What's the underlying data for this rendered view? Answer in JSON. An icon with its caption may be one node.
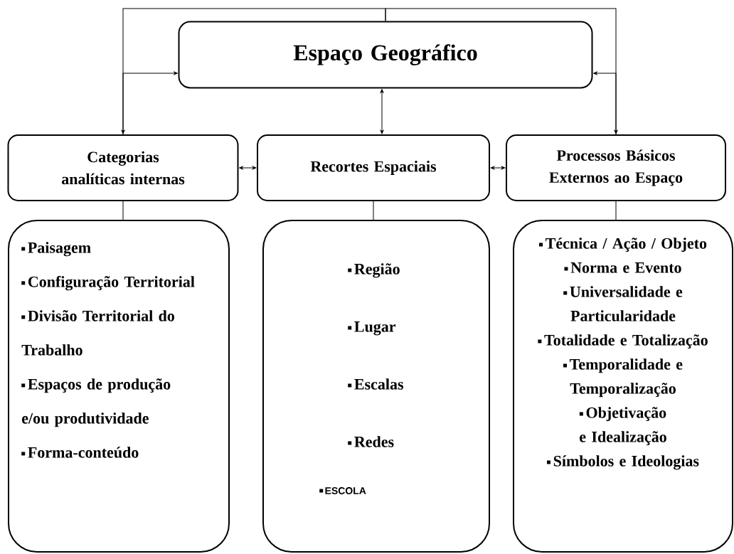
{
  "diagram": {
    "nodes": [
      {
        "text": [
          "Espaço Geográfico"
        ]
      },
      {
        "text": [
          "Categorias analíticas internas"
        ]
      },
      {
        "text": [
          "Recortes Espaciais"
        ]
      },
      {
        "text": [
          "Processos Básicos Externos ao Espaço"
        ]
      },
      {
        "text": [
          "Paisagem",
          "Configuração Territorial",
          "Divisão Territorial do Trabalho",
          "Espaços de produção e/ou produtividade",
          "Forma-conteúdo"
        ]
      },
      {
        "text": [
          "Região",
          "Lugar",
          "Escalas",
          "Redes",
          "ESCOLA"
        ]
      },
      {
        "text": [
          "Técnica / Ação / Objeto",
          "Norma e Evento",
          "Universalidade e Particularidade",
          "Totalidade e Totalização",
          "Temporalidade e Temporalização",
          "Objetivação e Idealização",
          "Símbolos e Ideologias"
        ]
      }
    ],
    "edges": [
      {
        "from": 0,
        "to": 1,
        "arrow": "to"
      },
      {
        "from": 0,
        "to": 3,
        "arrow": "to"
      },
      {
        "from": 1,
        "to": 0,
        "arrow": "to"
      },
      {
        "from": 3,
        "to": 0,
        "arrow": "to"
      },
      {
        "from": 0,
        "to": 2,
        "arrow": "both"
      },
      {
        "from": 1,
        "to": 2,
        "arrow": "both"
      },
      {
        "from": 2,
        "to": 3,
        "arrow": "both"
      },
      {
        "from": 1,
        "to": 4,
        "arrow": "none"
      },
      {
        "from": 2,
        "to": 5,
        "arrow": "none"
      },
      {
        "from": 3,
        "to": 6,
        "arrow": "none"
      }
    ]
  }
}
